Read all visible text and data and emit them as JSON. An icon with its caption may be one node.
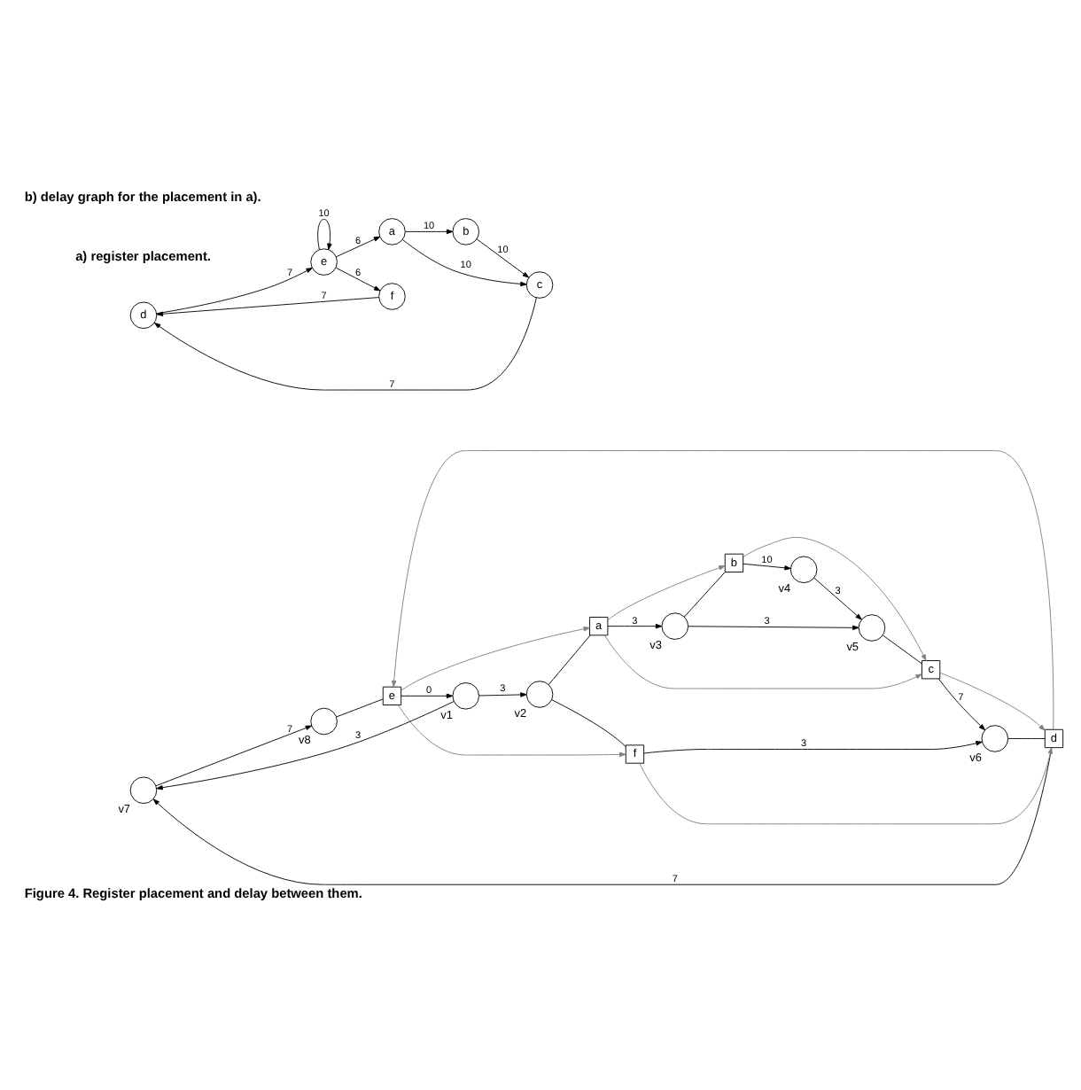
{
  "diagram": {
    "caption": "Figure 4. Register placement and delay between them.",
    "nodes": [
      {
        "text": [
          "v7"
        ]
      },
      {
        "text": [
          "v6"
        ]
      },
      {
        "text": [
          "v5"
        ]
      },
      {
        "text": [
          "v8"
        ]
      },
      {
        "text": [
          "d"
        ]
      },
      {
        "text": [
          "c"
        ]
      },
      {
        "text": [
          "f"
        ]
      },
      {
        "text": [
          "e"
        ]
      },
      {
        "text": [
          "a"
        ]
      },
      {
        "text": [
          "b"
        ]
      },
      {
        "text": [
          "v1"
        ]
      },
      {
        "text": [
          "v2"
        ]
      },
      {
        "text": [
          "v3"
        ]
      },
      {
        "text": [
          "v4"
        ]
      },
      {
        "text": [
          "d"
        ]
      },
      {
        "text": [
          "c"
        ]
      },
      {
        "text": [
          "f"
        ]
      },
      {
        "text": [
          "e"
        ]
      },
      {
        "text": [
          "a"
        ]
      },
      {
        "text": [
          "b"
        ]
      }
    ],
    "edges": [
      {
        "from": 0,
        "to": 3,
        "arrow": "to",
        "label": "7"
      },
      {
        "from": 3,
        "to": 7,
        "arrow": "none"
      },
      {
        "from": 7,
        "to": 10,
        "arrow": "to",
        "label": "0"
      },
      {
        "from": 10,
        "to": 11,
        "arrow": "to",
        "label": "3"
      },
      {
        "from": 10,
        "to": 0,
        "arrow": "to",
        "label": "3"
      },
      {
        "from": 11,
        "to": 6,
        "arrow": "none"
      },
      {
        "from": 6,
        "to": 1,
        "arrow": "to",
        "label": "3"
      },
      {
        "from": 11,
        "to": 8,
        "arrow": "none"
      },
      {
        "from": 8,
        "to": 12,
        "arrow": "to",
        "label": "3"
      },
      {
        "from": 12,
        "to": 2,
        "arrow": "to",
        "label": "3"
      },
      {
        "from": 12,
        "to": 9,
        "arrow": "none"
      },
      {
        "from": 9,
        "to": 13,
        "arrow": "to",
        "label": "10"
      },
      {
        "from": 13,
        "to": 2,
        "arrow": "to",
        "label": "3"
      },
      {
        "from": 2,
        "to": 5,
        "arrow": "none"
      },
      {
        "from": 5,
        "to": 1,
        "arrow": "to",
        "label": "7"
      },
      {
        "from": 1,
        "to": 4,
        "arrow": "none"
      },
      {
        "from": 4,
        "to": 0,
        "arrow": "to",
        "label": "7"
      },
      {
        "from": 5,
        "to": 4,
        "arrow": "to",
        "color": "#808080"
      },
      {
        "from": 6,
        "to": 4,
        "arrow": "to",
        "color": "#808080"
      },
      {
        "from": 4,
        "to": 7,
        "arrow": "to",
        "color": "#808080"
      },
      {
        "from": 7,
        "to": 6,
        "arrow": "to",
        "color": "#808080"
      },
      {
        "from": 7,
        "to": 8,
        "arrow": "to",
        "color": "#808080"
      },
      {
        "from": 8,
        "to": 5,
        "arrow": "to",
        "color": "#808080"
      },
      {
        "from": 8,
        "to": 9,
        "arrow": "to",
        "color": "#808080"
      },
      {
        "from": 9,
        "to": 5,
        "arrow": "to",
        "color": "#808080"
      },
      {
        "from": 15,
        "to": 14,
        "arrow": "to",
        "label": "7"
      },
      {
        "from": 16,
        "to": 14,
        "arrow": "to",
        "label": "7"
      },
      {
        "from": 14,
        "to": 17,
        "arrow": "to",
        "label": "7"
      },
      {
        "from": 17,
        "to": 17,
        "arrow": "to",
        "label": "10"
      },
      {
        "from": 17,
        "to": 16,
        "arrow": "to",
        "label": "6"
      },
      {
        "from": 17,
        "to": 18,
        "arrow": "to",
        "label": "6"
      },
      {
        "from": 18,
        "to": 15,
        "arrow": "to",
        "label": "10"
      },
      {
        "from": 18,
        "to": 19,
        "arrow": "to",
        "label": "10"
      },
      {
        "from": 19,
        "to": 15,
        "arrow": "to",
        "label": "10"
      }
    ],
    "labels": [
      "a) register placement.",
      "b) delay graph for the placement in a)."
    ]
  }
}
